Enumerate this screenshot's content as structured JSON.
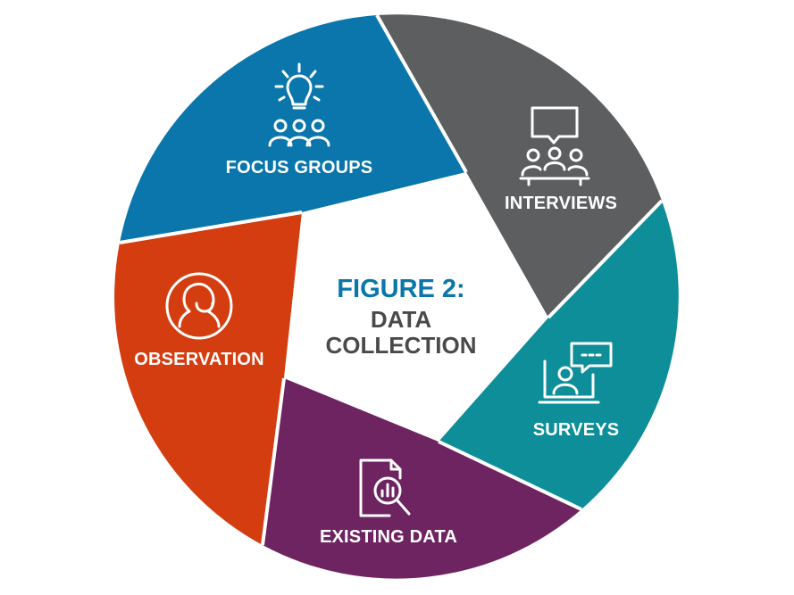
{
  "title": {
    "figure_label": "FIGURE 2:",
    "line1": "DATA",
    "line2": "COLLECTION"
  },
  "segments": [
    {
      "label": "FOCUS GROUPS",
      "icon": "lightbulb-people-icon",
      "color": "#0a76ab"
    },
    {
      "label": "INTERVIEWS",
      "icon": "speech-bubble-meeting-icon",
      "color": "#5d5e60"
    },
    {
      "label": "SURVEYS",
      "icon": "laptop-chat-icon",
      "color": "#0d8e98"
    },
    {
      "label": "EXISTING DATA",
      "icon": "document-magnifier-icon",
      "color": "#6d2461"
    },
    {
      "label": "OBSERVATION",
      "icon": "person-outline-icon",
      "color": "#d43d10"
    }
  ],
  "colors": {
    "title_blue": "#0a76ab",
    "title_gray": "#4a4a4c",
    "center_fill": "#ffffff",
    "divider": "#ffffff"
  }
}
